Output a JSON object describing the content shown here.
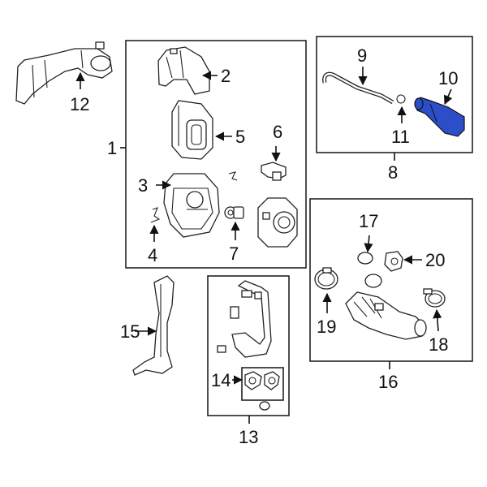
{
  "diagram": {
    "highlight_color": "#2d4ec9",
    "callouts": [
      {
        "id": "c1",
        "label": "1"
      },
      {
        "id": "c2",
        "label": "2"
      },
      {
        "id": "c3",
        "label": "3"
      },
      {
        "id": "c4",
        "label": "4"
      },
      {
        "id": "c5",
        "label": "5"
      },
      {
        "id": "c6",
        "label": "6"
      },
      {
        "id": "c7",
        "label": "7"
      },
      {
        "id": "c8",
        "label": "8"
      },
      {
        "id": "c9",
        "label": "9"
      },
      {
        "id": "c10",
        "label": "10"
      },
      {
        "id": "c11",
        "label": "11"
      },
      {
        "id": "c12",
        "label": "12"
      },
      {
        "id": "c13",
        "label": "13"
      },
      {
        "id": "c14",
        "label": "14"
      },
      {
        "id": "c15",
        "label": "15"
      },
      {
        "id": "c16",
        "label": "16"
      },
      {
        "id": "c17",
        "label": "17"
      },
      {
        "id": "c18",
        "label": "18"
      },
      {
        "id": "c19",
        "label": "19"
      },
      {
        "id": "c20",
        "label": "20"
      }
    ]
  }
}
